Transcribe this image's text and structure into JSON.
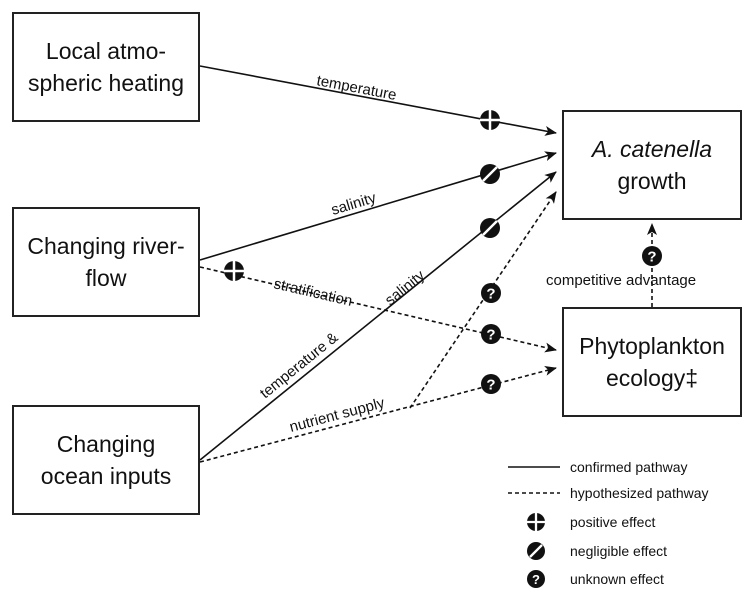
{
  "boxes": {
    "atmos": {
      "line1": "Local atmo-",
      "line2": "spheric heating"
    },
    "river": {
      "line1": "Changing river-",
      "line2": "flow"
    },
    "ocean": {
      "line1": "Changing",
      "line2": "ocean inputs"
    },
    "growth": {
      "line1": "A. catenella",
      "line2": "growth"
    },
    "phyto": {
      "line1": "Phytoplankton",
      "line2": "ecology‡"
    }
  },
  "edge_labels": {
    "temperature": "temperature",
    "salinity_river": "salinity",
    "stratification": "stratification",
    "temp_salinity_1": "temperature &",
    "temp_salinity_2": "salinity",
    "nutrient_supply": "nutrient supply",
    "competitive_advantage": "competitive advantage"
  },
  "legend": {
    "confirmed": "confirmed pathway",
    "hypothesized": "hypothesized pathway",
    "positive": "positive effect",
    "negligible": "negligible effect",
    "unknown": "unknown effect"
  },
  "symbols": {
    "unknown_glyph": "?"
  }
}
